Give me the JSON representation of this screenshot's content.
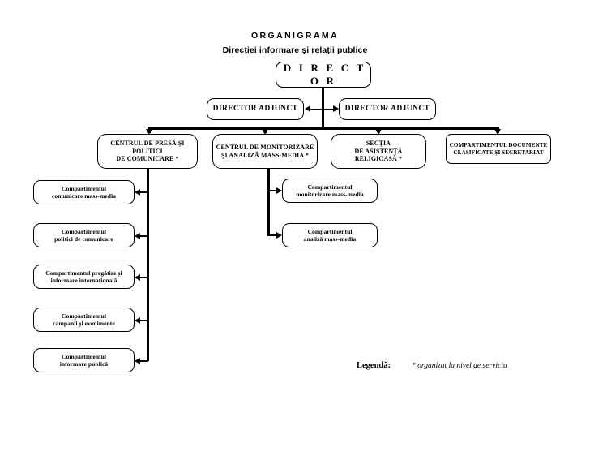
{
  "title": {
    "main": "ORGANIGRAMA",
    "subtitle": "Direcției informare și relații publice"
  },
  "nodes": {
    "director": "D I R E C T O R",
    "adjunct_left": "DIRECTOR ADJUNCT",
    "adjunct_right": "DIRECTOR ADJUNCT",
    "dept_press": "CENTRUL DE PRESĂ ȘI\nPOLITICI\nDE COMUNICARE *",
    "dept_monitoring": "CENTRUL DE MONITORIZARE\nȘI ANALIZĂ MASS-MEDIA *",
    "dept_religious": "SECȚIA\nDE  ASISTENȚĂ\nRELIGIOASĂ *",
    "dept_documents": "COMPARTIMENTUL DOCUMENTE\nCLASIFICATE ȘI SECRETARIAT"
  },
  "press_children": [
    {
      "label": "Compartimentul\ncomunicare mass-media"
    },
    {
      "label": "Compartimentul\npolitici de comunicare"
    },
    {
      "label": "Compartimentul pregătire și\ninformare internațională"
    },
    {
      "label": "Compartimentul\ncampanii și evenimente"
    },
    {
      "label": "Compartimentul\ninformare publică"
    }
  ],
  "monitoring_children": [
    {
      "label": "Compartimentul\nmonitorizare mass-media"
    },
    {
      "label": "Compartimentul\nanaliză mass-media"
    }
  ],
  "legend": {
    "label": "Legendă:",
    "text": "* organizat la nivel de serviciu"
  },
  "colors": {
    "line": "#000000",
    "background": "#ffffff",
    "text": "#000000"
  }
}
